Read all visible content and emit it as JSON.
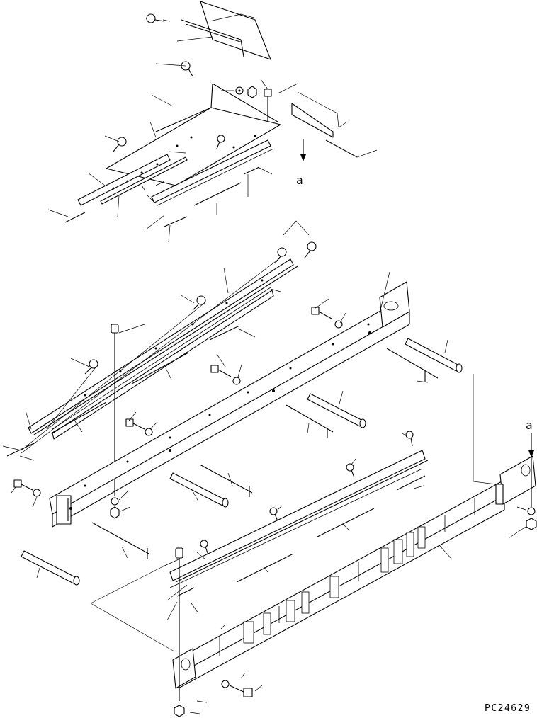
{
  "drawing_code": "PC24629",
  "view_markers": {
    "upper": "a",
    "right": "a"
  }
}
